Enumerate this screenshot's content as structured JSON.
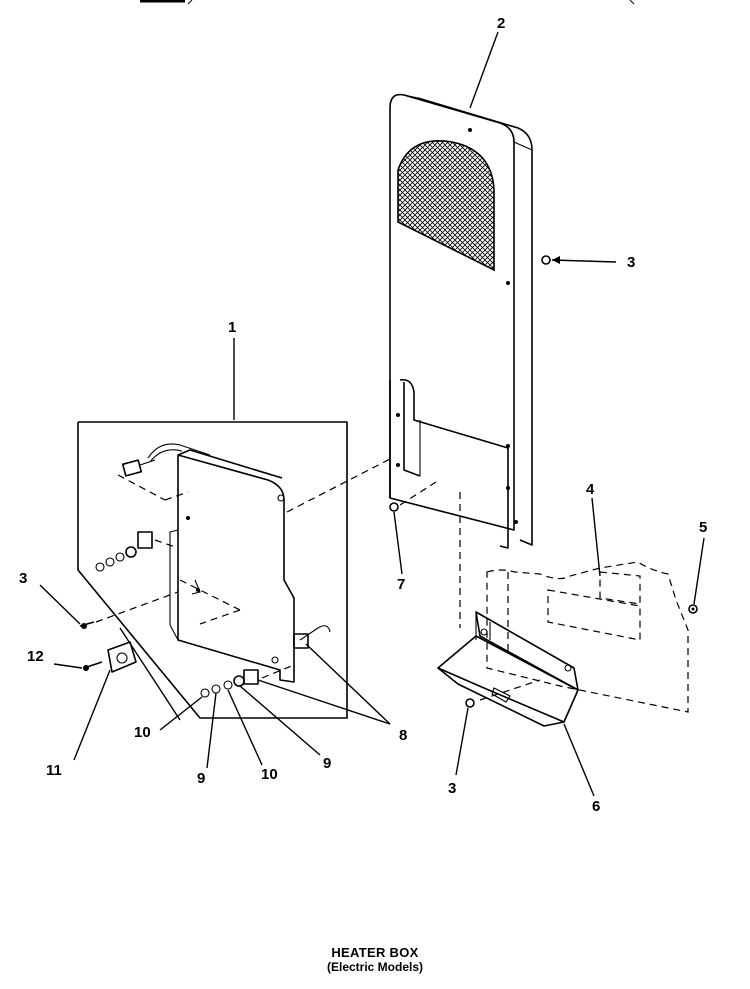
{
  "caption": {
    "title": "HEATER BOX",
    "subtitle": "(Electric Models)"
  },
  "callouts": [
    {
      "id": "c1",
      "label": "1"
    },
    {
      "id": "c2",
      "label": "2"
    },
    {
      "id": "c3a",
      "label": "3"
    },
    {
      "id": "c3b",
      "label": "3"
    },
    {
      "id": "c3c",
      "label": "3"
    },
    {
      "id": "c4",
      "label": "4"
    },
    {
      "id": "c5",
      "label": "5"
    },
    {
      "id": "c6",
      "label": "6"
    },
    {
      "id": "c7",
      "label": "7"
    },
    {
      "id": "c8",
      "label": "8"
    },
    {
      "id": "c9a",
      "label": "9"
    },
    {
      "id": "c9b",
      "label": "9"
    },
    {
      "id": "c10a",
      "label": "10"
    },
    {
      "id": "c10b",
      "label": "10"
    },
    {
      "id": "c11",
      "label": "11"
    },
    {
      "id": "c12",
      "label": "12"
    }
  ]
}
